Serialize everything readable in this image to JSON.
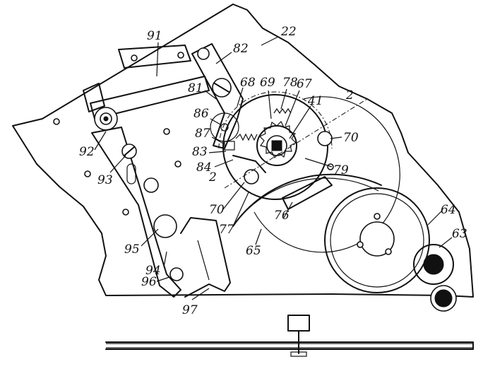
{
  "labels": {
    "l22": "22",
    "l91": "91",
    "l82": "82",
    "l81": "81",
    "l68": "68",
    "l69": "69",
    "l78": "78",
    "l67": "67",
    "l41": "41",
    "l2a": "2",
    "l86": "86",
    "l87": "87",
    "l83": "83",
    "l84": "84",
    "l70a": "70",
    "l79": "79",
    "l92": "92",
    "l93": "93",
    "l2b": "2",
    "l70b": "70",
    "l77": "77",
    "l76": "76",
    "l65": "65",
    "l64": "64",
    "l63": "63",
    "l95": "95",
    "l94": "94",
    "l96": "96",
    "l97": "97"
  }
}
